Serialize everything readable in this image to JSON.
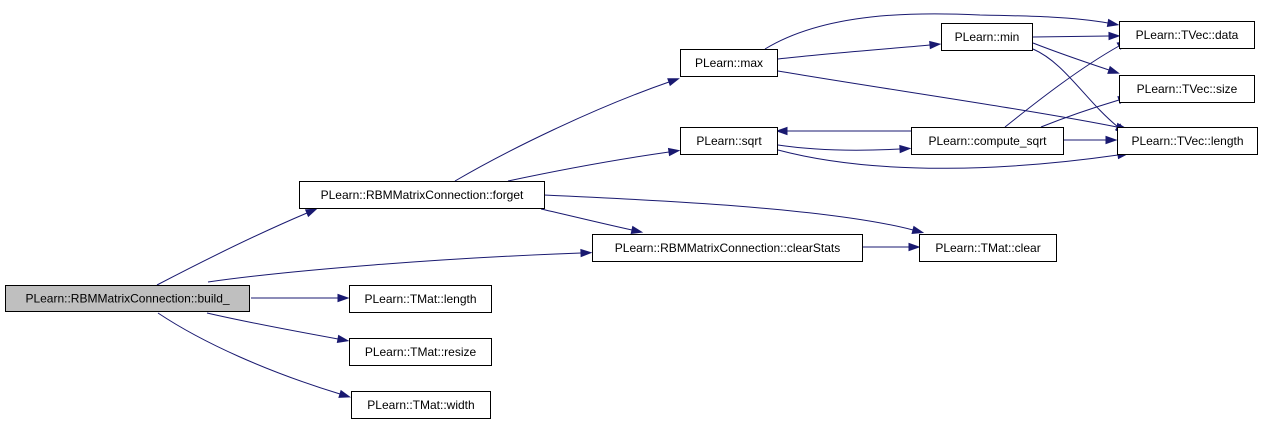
{
  "graph": {
    "nodes": [
      {
        "id": "build",
        "label": "PLearn::RBMMatrixConnection::build_",
        "root": true
      },
      {
        "id": "forget",
        "label": "PLearn::RBMMatrixConnection::forget"
      },
      {
        "id": "clearStats",
        "label": "PLearn::RBMMatrixConnection::clearStats"
      },
      {
        "id": "tmat_length",
        "label": "PLearn::TMat::length"
      },
      {
        "id": "tmat_resize",
        "label": "PLearn::TMat::resize"
      },
      {
        "id": "tmat_width",
        "label": "PLearn::TMat::width"
      },
      {
        "id": "max",
        "label": "PLearn::max"
      },
      {
        "id": "sqrt",
        "label": "PLearn::sqrt"
      },
      {
        "id": "min",
        "label": "PLearn::min"
      },
      {
        "id": "compute_sqrt",
        "label": "PLearn::compute_sqrt"
      },
      {
        "id": "tmat_clear",
        "label": "PLearn::TMat::clear"
      },
      {
        "id": "tvec_data",
        "label": "PLearn::TVec::data"
      },
      {
        "id": "tvec_size",
        "label": "PLearn::TVec::size"
      },
      {
        "id": "tvec_length",
        "label": "PLearn::TVec::length"
      }
    ],
    "edges": [
      {
        "from": "build",
        "to": "forget"
      },
      {
        "from": "build",
        "to": "clearStats"
      },
      {
        "from": "build",
        "to": "tmat_length"
      },
      {
        "from": "build",
        "to": "tmat_resize"
      },
      {
        "from": "build",
        "to": "tmat_width"
      },
      {
        "from": "forget",
        "to": "max"
      },
      {
        "from": "forget",
        "to": "sqrt"
      },
      {
        "from": "forget",
        "to": "clearStats"
      },
      {
        "from": "forget",
        "to": "tmat_clear"
      },
      {
        "from": "clearStats",
        "to": "tmat_clear"
      },
      {
        "from": "max",
        "to": "tvec_data"
      },
      {
        "from": "max",
        "to": "min"
      },
      {
        "from": "max",
        "to": "tvec_length"
      },
      {
        "from": "min",
        "to": "tvec_data"
      },
      {
        "from": "min",
        "to": "tvec_size"
      },
      {
        "from": "min",
        "to": "tvec_length"
      },
      {
        "from": "sqrt",
        "to": "compute_sqrt"
      },
      {
        "from": "sqrt",
        "to": "tvec_length"
      },
      {
        "from": "compute_sqrt",
        "to": "sqrt"
      },
      {
        "from": "compute_sqrt",
        "to": "tvec_data"
      },
      {
        "from": "compute_sqrt",
        "to": "tvec_size"
      },
      {
        "from": "compute_sqrt",
        "to": "tvec_length"
      }
    ]
  }
}
